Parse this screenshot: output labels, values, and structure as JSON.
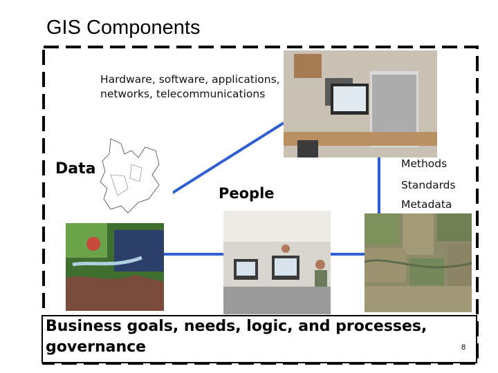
{
  "slide": {
    "title": "GIS Components",
    "hardware_text": "Hardware, software, applications, networks, telecommunications",
    "data_label": "Data",
    "people_label": "People",
    "methods": [
      "Methods",
      "Standards",
      "Metadata"
    ],
    "bottom_text": "Business goals, needs, logic, and processes, governance",
    "page_number": "8"
  },
  "colors": {
    "connector": "#2f5fd0",
    "frame": "#000000"
  },
  "images": {
    "hardware_photo": "office workstation with monitor and printed map",
    "europe_map": "outline map of Europe",
    "satellite_image": "false-color satellite image of river delta",
    "people_photo": "people working at computers in lab",
    "aerial_photo": "aerial photograph of farmland"
  }
}
